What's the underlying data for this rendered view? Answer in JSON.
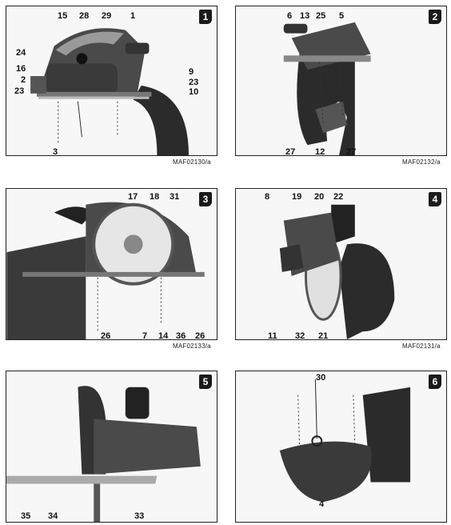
{
  "colors": {
    "frame": "#222222",
    "badge": "#1a1a1a",
    "body": "#4a4a4a",
    "dark": "#2b2b2b",
    "light": "#9a9a9a"
  },
  "panels": [
    {
      "number": "1",
      "code": "MAF02130/a",
      "callouts": [
        "15",
        "28",
        "29",
        "1",
        "24",
        "16",
        "9",
        "2",
        "23",
        "23",
        "10",
        "3"
      ]
    },
    {
      "number": "2",
      "code": "MAF02132/a",
      "callouts": [
        "6",
        "13",
        "25",
        "5",
        "27",
        "12",
        "27"
      ]
    },
    {
      "number": "3",
      "code": "MAF02133/a",
      "callouts": [
        "17",
        "18",
        "31",
        "26",
        "7",
        "14",
        "36",
        "26"
      ]
    },
    {
      "number": "4",
      "code": "MAF02131/a",
      "callouts": [
        "8",
        "19",
        "20",
        "22",
        "11",
        "32",
        "21"
      ]
    },
    {
      "number": "5",
      "code": "",
      "callouts": [
        "35",
        "34",
        "33"
      ]
    },
    {
      "number": "6",
      "code": "",
      "callouts": [
        "30",
        "4"
      ]
    }
  ]
}
